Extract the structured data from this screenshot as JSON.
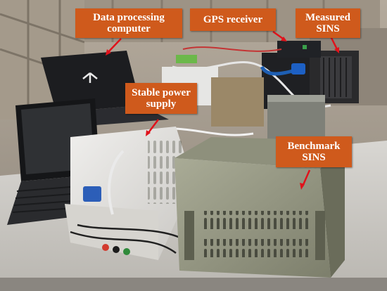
{
  "labels": {
    "data_processing_computer": [
      "Data processing",
      "computer"
    ],
    "gps_receiver": "GPS receiver",
    "measured_sins": [
      "Measured",
      "SINS"
    ],
    "stable_power_supply": [
      "Stable power",
      "supply"
    ],
    "benchmark_sins": [
      "Benchmark",
      "SINS"
    ]
  },
  "colors": {
    "callout_fill": "#cf5a1c",
    "arrow": "#e0121b"
  }
}
